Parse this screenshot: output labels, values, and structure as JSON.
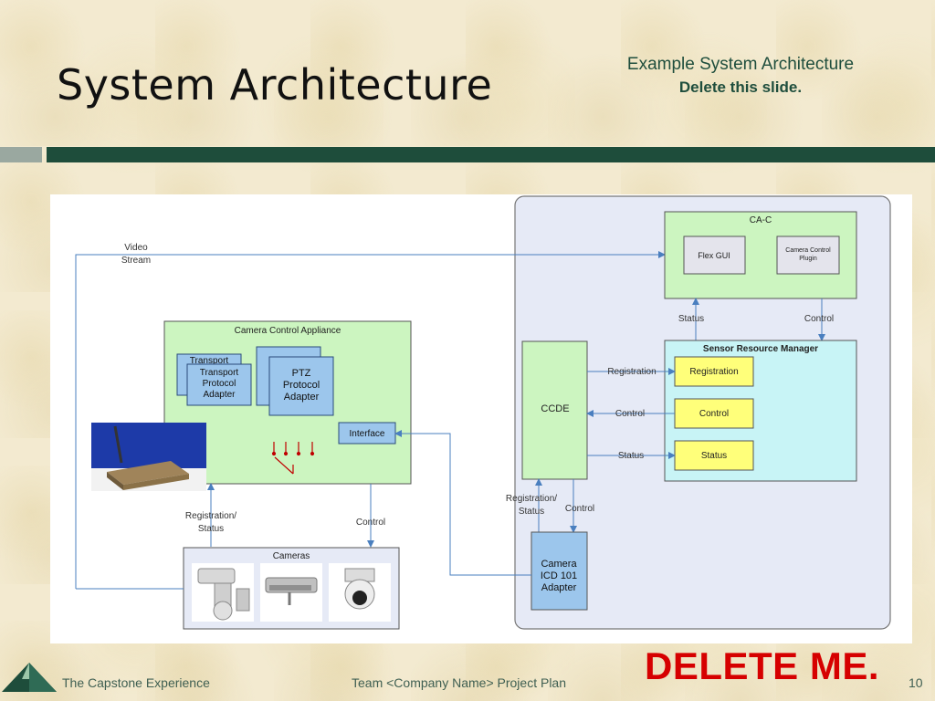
{
  "slide": {
    "title": "System Architecture",
    "note_line1": "Example System Architecture",
    "note_line2": "Delete this slide.",
    "delete_me": "DELETE ME.",
    "footer_left": "The Capstone Experience",
    "footer_center": "Team <Company Name> Project Plan",
    "page_number": "10"
  },
  "diagram": {
    "video_stream": [
      "Video",
      "Stream"
    ],
    "cca": {
      "title": "Camera Control Appliance",
      "transport_back": "Transport",
      "transport": [
        "Transport",
        "Protocol",
        "Adapter"
      ],
      "ptz": [
        "PTZ",
        "Protocol",
        "Adapter"
      ],
      "interface": "Interface"
    },
    "cameras_title": "Cameras",
    "reg_status_left": [
      "Registration/",
      "Status"
    ],
    "control_left": "Control",
    "cac": {
      "title": "CA-C",
      "flex_gui": "Flex GUI",
      "plugin": [
        "Camera Control",
        "Plugin"
      ]
    },
    "status_top": "Status",
    "control_top": "Control",
    "srm": {
      "title": "Sensor Resource Manager",
      "registration": "Registration",
      "control": "Control",
      "status": "Status"
    },
    "ccde": "CCDE",
    "link_registration": "Registration",
    "link_control": "Control",
    "link_status": "Status",
    "reg_status_right": [
      "Registration/",
      "Status"
    ],
    "control_right": "Control",
    "icd": [
      "Camera",
      "ICD 101",
      "Adapter"
    ]
  },
  "colors": {
    "accent_dark_green": "#1e4d3b",
    "green_box": "#ccf5c0",
    "cyan_box": "#c8f4f6",
    "yellow_box": "#ffff7a",
    "blue_box": "#9cc6ec",
    "panel": "#e6eaf6",
    "delete_red": "#d60000"
  }
}
